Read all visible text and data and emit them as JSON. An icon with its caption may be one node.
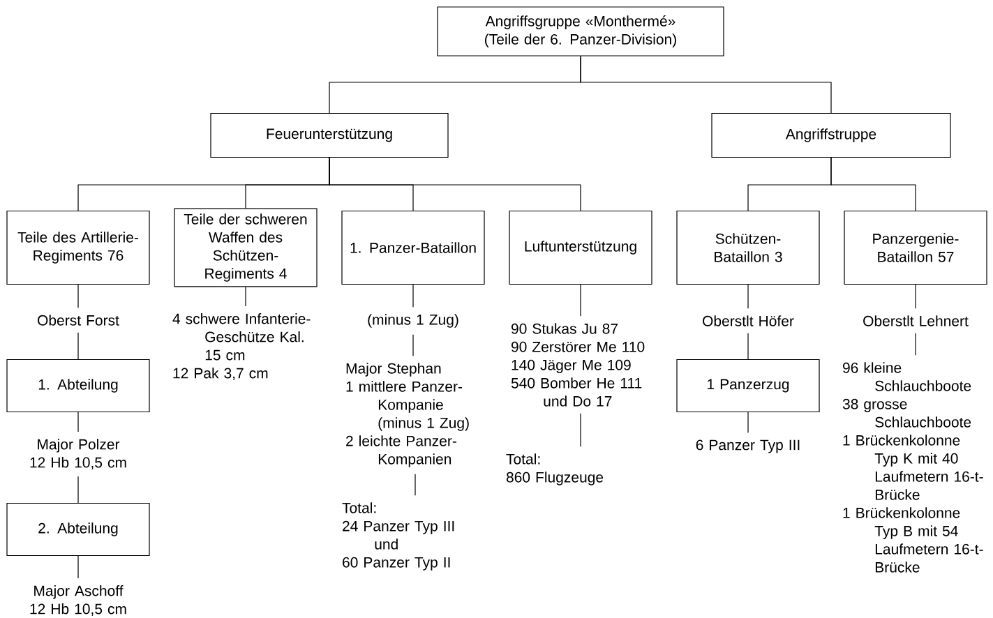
{
  "diagram": {
    "nodes": [
      {
        "text": [
          "Angriffsgruppe «Monthermé» (Teile der 6. Panzer-Division)"
        ]
      },
      {
        "text": [
          "Feuerunterstützung"
        ]
      },
      {
        "text": [
          "Angriffstruppe"
        ]
      },
      {
        "text": [
          "Teile des Artillerie-Regiments 76"
        ]
      },
      {
        "text": [
          "Teile der schweren Waffen des Schützen-Regiments 4"
        ]
      },
      {
        "text": [
          "1. Panzer-Bataillon"
        ]
      },
      {
        "text": [
          "Luftunterstützung"
        ]
      },
      {
        "text": [
          "Schützen-Bataillon 3"
        ]
      },
      {
        "text": [
          "Panzergenie-Bataillon 57"
        ]
      },
      {
        "text": [
          "Oberst Forst"
        ]
      },
      {
        "text": [
          "1. Abteilung"
        ]
      },
      {
        "text": [
          "Major Polzer 12 Hb 10,5 cm"
        ]
      },
      {
        "text": [
          "2. Abteilung"
        ]
      },
      {
        "text": [
          "Major Aschoff 12 Hb 10,5 cm"
        ]
      },
      {
        "text": [
          "4 schwere Infanterie-Geschütze Kal. 15 cm",
          "12 Pak 3,7 cm"
        ]
      },
      {
        "text": [
          "(minus 1 Zug)"
        ]
      },
      {
        "text": [
          "Major Stephan",
          "1 mittlere Panzer-Kompanie (minus 1 Zug)",
          "2 leichte Panzer-Kompanien"
        ]
      },
      {
        "text": [
          "Total:",
          "24 Panzer Typ III und",
          "60 Panzer Typ II"
        ]
      },
      {
        "text": [
          "90 Stukas Ju 87",
          "90 Zerstörer Me 110",
          "140 Jäger Me 109",
          "540 Bomber He 111 und Do 17"
        ]
      },
      {
        "text": [
          "Total:",
          "860 Flugzeuge"
        ]
      },
      {
        "text": [
          "Oberstlt Höfer"
        ]
      },
      {
        "text": [
          "1 Panzerzug"
        ]
      },
      {
        "text": [
          "6 Panzer Typ III"
        ]
      },
      {
        "text": [
          "Oberstlt Lehnert"
        ]
      },
      {
        "text": [
          "96 kleine Schlauchboote",
          "38 grosse Schlauchboote",
          "1 Brückenkolonne Typ K mit 40 Laufmetern 16-t-Brücke",
          "1 Brückenkolonne Typ B mit 54 Laufmetern 16-t-Brücke"
        ]
      }
    ],
    "edges": [
      {
        "from": 0,
        "to": 1,
        "arrow": "none"
      },
      {
        "from": 0,
        "to": 2,
        "arrow": "none"
      },
      {
        "from": 1,
        "to": 3,
        "arrow": "none"
      },
      {
        "from": 1,
        "to": 4,
        "arrow": "none"
      },
      {
        "from": 1,
        "to": 5,
        "arrow": "none"
      },
      {
        "from": 1,
        "to": 6,
        "arrow": "none"
      },
      {
        "from": 2,
        "to": 7,
        "arrow": "none"
      },
      {
        "from": 2,
        "to": 8,
        "arrow": "none"
      },
      {
        "from": 3,
        "to": 9,
        "arrow": "none"
      },
      {
        "from": 9,
        "to": 10,
        "arrow": "none"
      },
      {
        "from": 10,
        "to": 11,
        "arrow": "none"
      },
      {
        "from": 11,
        "to": 12,
        "arrow": "none"
      },
      {
        "from": 12,
        "to": 13,
        "arrow": "none"
      },
      {
        "from": 4,
        "to": 14,
        "arrow": "none"
      },
      {
        "from": 5,
        "to": 15,
        "arrow": "none"
      },
      {
        "from": 15,
        "to": 16,
        "arrow": "none"
      },
      {
        "from": 16,
        "to": 17,
        "arrow": "none"
      },
      {
        "from": 6,
        "to": 18,
        "arrow": "none"
      },
      {
        "from": 18,
        "to": 19,
        "arrow": "none"
      },
      {
        "from": 7,
        "to": 20,
        "arrow": "none"
      },
      {
        "from": 20,
        "to": 21,
        "arrow": "none"
      },
      {
        "from": 21,
        "to": 22,
        "arrow": "none"
      },
      {
        "from": 8,
        "to": 23,
        "arrow": "none"
      },
      {
        "from": 23,
        "to": 24,
        "arrow": "none"
      }
    ]
  }
}
